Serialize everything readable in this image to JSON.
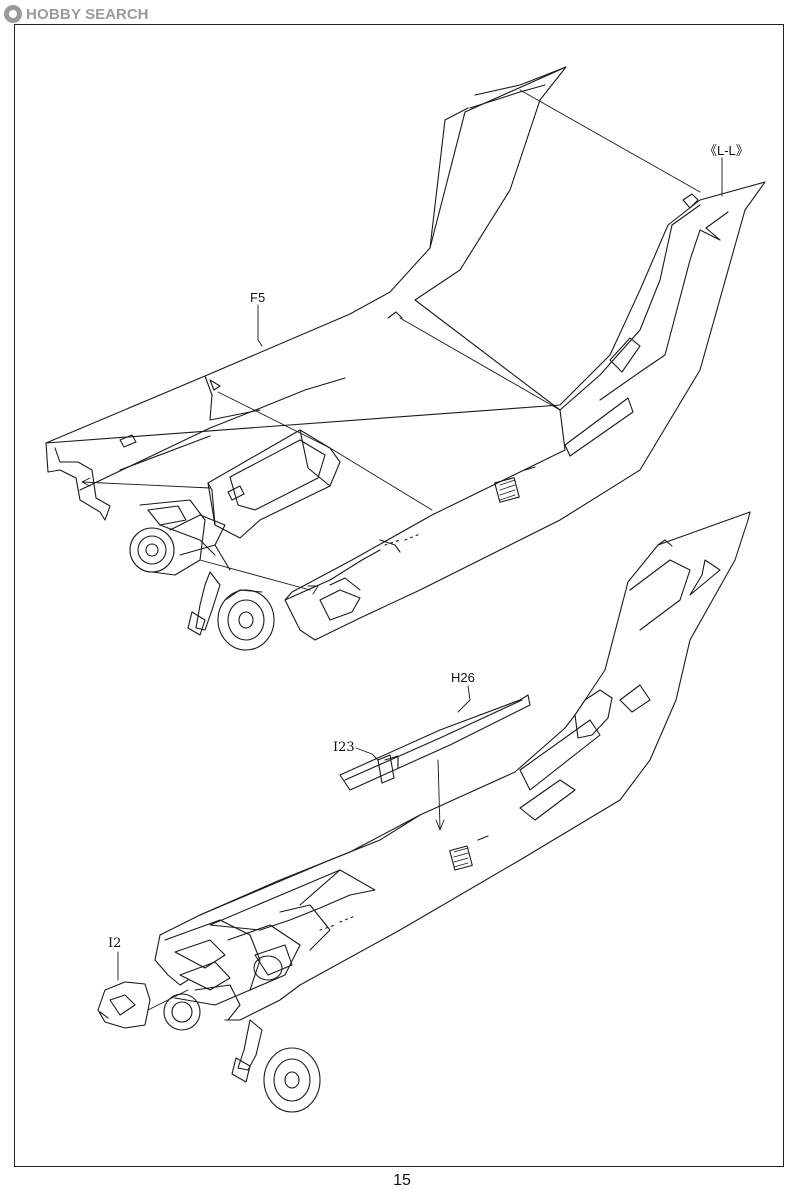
{
  "watermark": {
    "brand": "HOBBY",
    "suffix": "SEARCH"
  },
  "labels": {
    "section": "《L-L》",
    "part_f5": "F5",
    "part_h26": "H26",
    "part_i23": "I23",
    "part_i2": "I2"
  },
  "page_number": "15"
}
